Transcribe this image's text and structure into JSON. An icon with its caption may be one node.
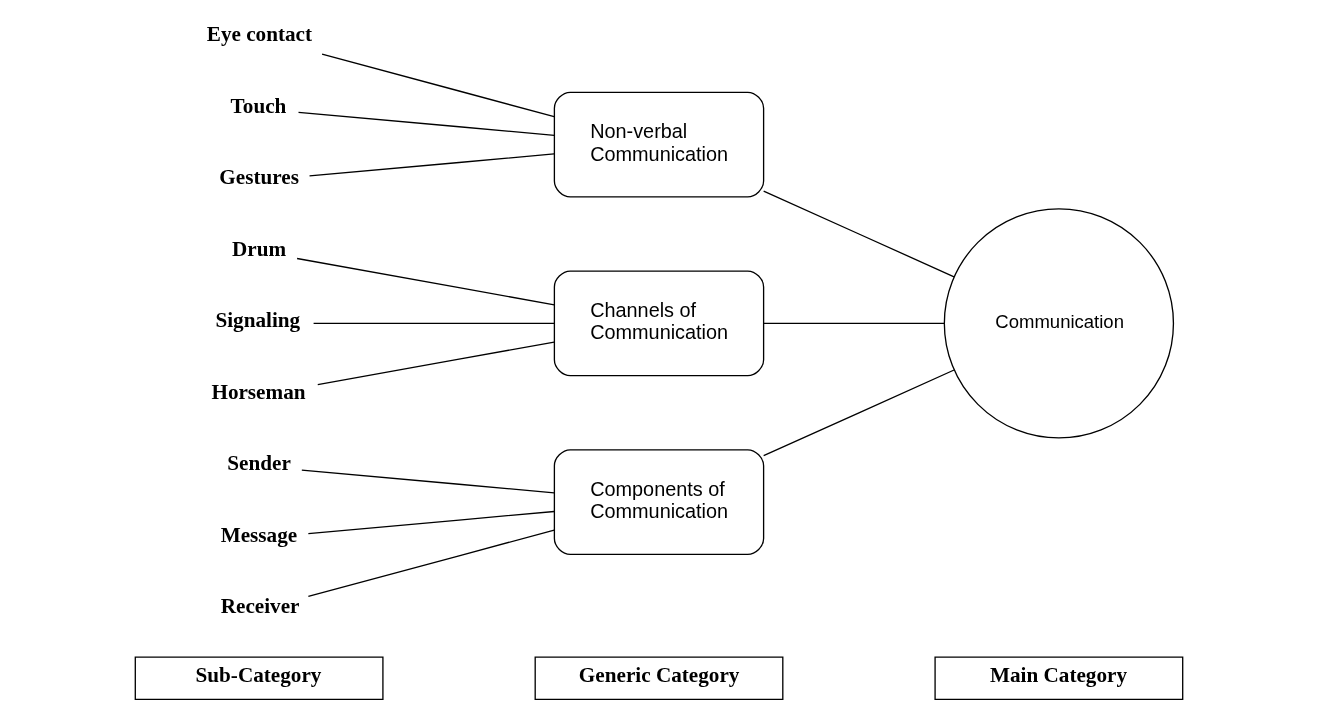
{
  "diagram": {
    "nodes": [
      {
        "text": [
          "Sub-Category"
        ]
      },
      {
        "text": [
          "Generic Category"
        ]
      },
      {
        "text": [
          "Main Category"
        ]
      },
      {
        "text": [
          "Eye contact"
        ]
      },
      {
        "text": [
          "Touch"
        ]
      },
      {
        "text": [
          "Gestures"
        ]
      },
      {
        "text": [
          "Non-verbal Communication"
        ]
      },
      {
        "text": [
          "Drum"
        ]
      },
      {
        "text": [
          "Signaling"
        ]
      },
      {
        "text": [
          "Horseman"
        ]
      },
      {
        "text": [
          "Channels of Communication"
        ]
      },
      {
        "text": [
          "Sender"
        ]
      },
      {
        "text": [
          "Message"
        ]
      },
      {
        "text": [
          "Receiver"
        ]
      },
      {
        "text": [
          "Components of Communication"
        ]
      },
      {
        "text": [
          "Communication"
        ]
      }
    ],
    "edges": [
      {
        "from": 3,
        "to": 6,
        "arrow": "none"
      },
      {
        "from": 4,
        "to": 6,
        "arrow": "none"
      },
      {
        "from": 5,
        "to": 6,
        "arrow": "none"
      },
      {
        "from": 7,
        "to": 10,
        "arrow": "none"
      },
      {
        "from": 8,
        "to": 10,
        "arrow": "none"
      },
      {
        "from": 9,
        "to": 10,
        "arrow": "none"
      },
      {
        "from": 11,
        "to": 14,
        "arrow": "none"
      },
      {
        "from": 12,
        "to": 14,
        "arrow": "none"
      },
      {
        "from": 13,
        "to": 14,
        "arrow": "none"
      },
      {
        "from": 6,
        "to": 15,
        "arrow": "none"
      },
      {
        "from": 10,
        "to": 15,
        "arrow": "none"
      },
      {
        "from": 14,
        "to": 15,
        "arrow": "none"
      }
    ]
  }
}
